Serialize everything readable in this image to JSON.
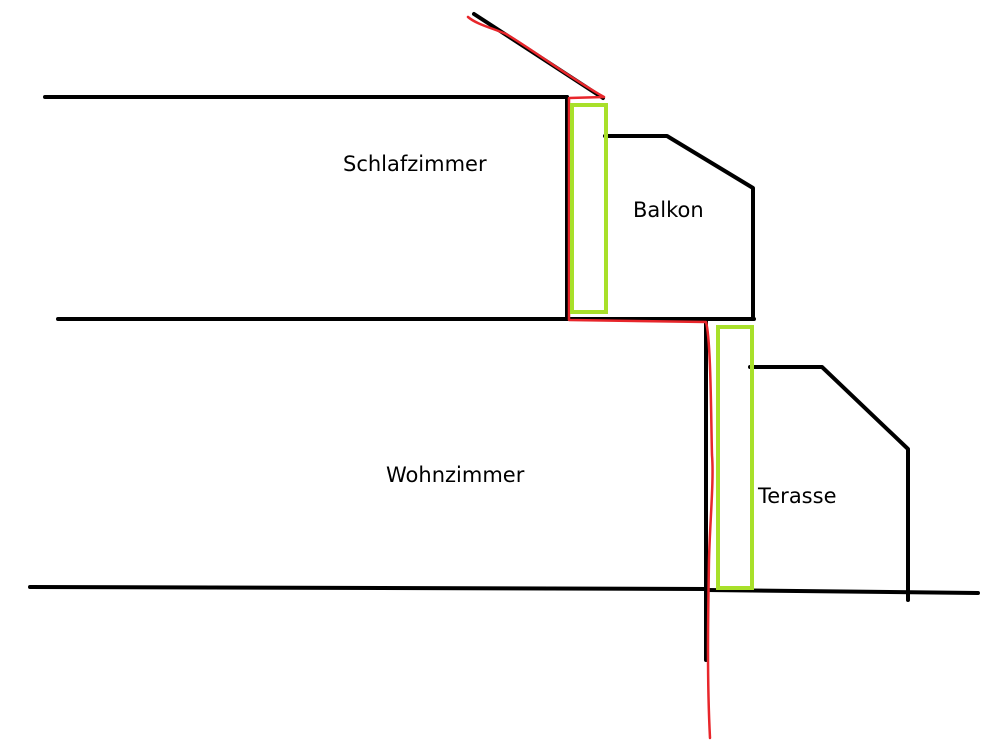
{
  "rooms": {
    "bedroom": "Schlafzimmer",
    "balcony": "Balkon",
    "living_room": "Wohnzimmer",
    "terrace": "Terasse"
  },
  "colors": {
    "walls": "#000000",
    "red_line": "#e8262b",
    "green_box": "#a8e02a",
    "background": "#ffffff"
  }
}
